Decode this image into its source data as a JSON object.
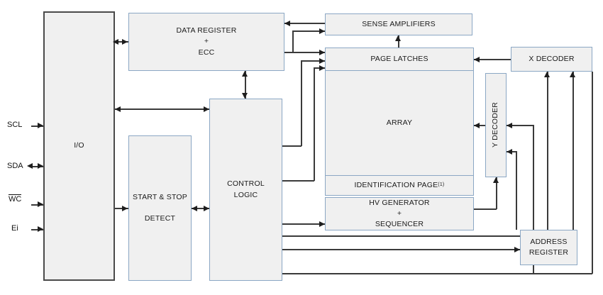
{
  "diagram": {
    "title": "Memory device block diagram",
    "colors": {
      "block_fill": "#f0f0f0",
      "block_border": "#8ba7c4",
      "io_border": "#4a4a4a",
      "wire": "#3a3a3a",
      "text": "#1a1a1a"
    },
    "pins": [
      {
        "id": "scl",
        "label": "SCL",
        "overline": false
      },
      {
        "id": "sda",
        "label": "SDA",
        "overline": false
      },
      {
        "id": "wc",
        "label": "WC",
        "overline": true
      },
      {
        "id": "ei",
        "label": "Ei",
        "overline": false
      }
    ],
    "blocks": [
      {
        "id": "io",
        "label": "I/O"
      },
      {
        "id": "data_register",
        "label": "DATA REGISTER\n+\nECC"
      },
      {
        "id": "start_stop",
        "label": "START & STOP\n\nDETECT"
      },
      {
        "id": "control_logic",
        "label": "CONTROL\nLOGIC"
      },
      {
        "id": "sense_amps",
        "label": "SENSE AMPLIFIERS"
      },
      {
        "id": "page_latches",
        "label": "PAGE LATCHES"
      },
      {
        "id": "array",
        "label": "ARRAY"
      },
      {
        "id": "identification",
        "label": "IDENTIFICATION PAGE",
        "superscript": "(1)"
      },
      {
        "id": "hv_generator",
        "label": "HV GENERATOR\n+\nSEQUENCER"
      },
      {
        "id": "y_decoder",
        "label": "Y DECODER"
      },
      {
        "id": "x_decoder",
        "label": "X DECODER"
      },
      {
        "id": "address_register",
        "label": "ADDRESS\nREGISTER"
      }
    ]
  }
}
